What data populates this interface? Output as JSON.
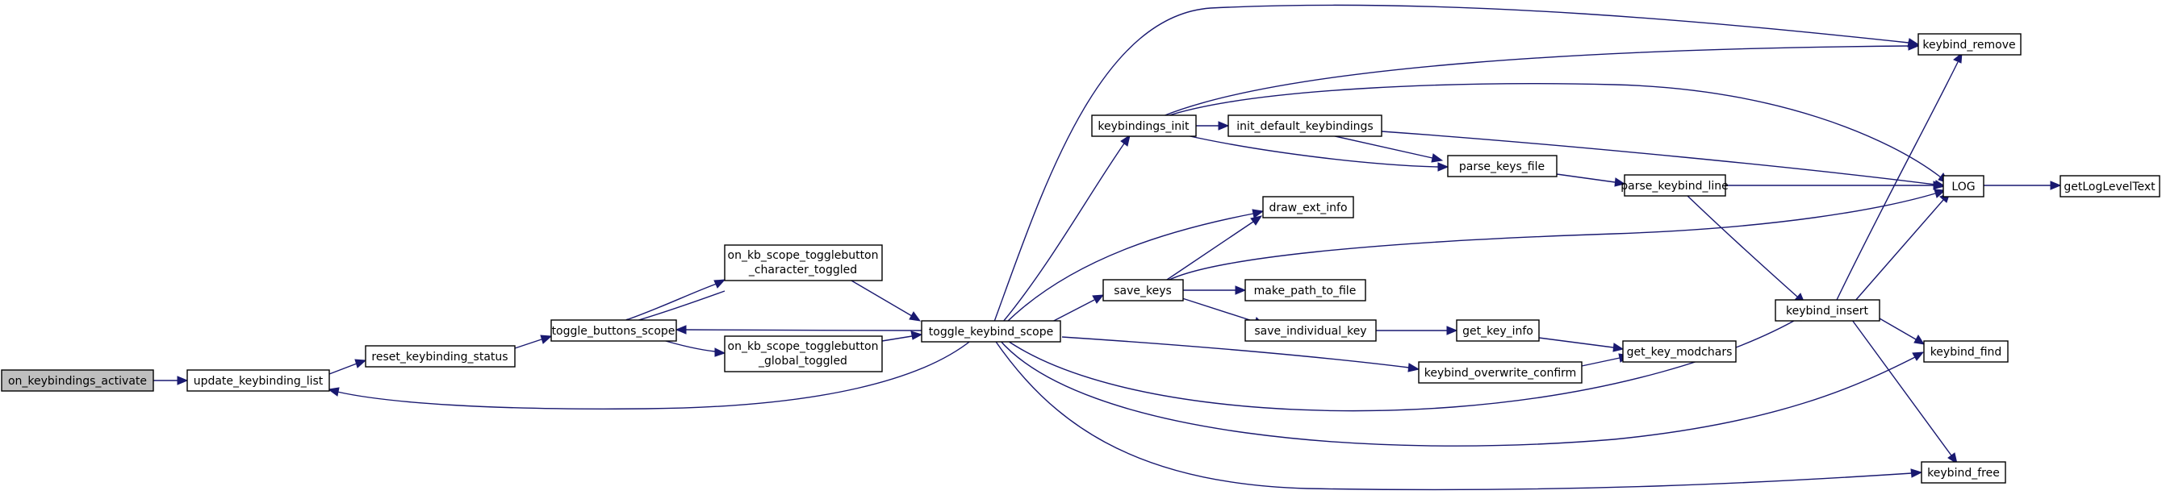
{
  "graph": {
    "root_fill": "#bfbfbf",
    "edge_color": "#191970",
    "nodes": {
      "on_keybindings_activate": "on_keybindings_activate",
      "update_keybinding_list": "update_keybinding_list",
      "reset_keybinding_status": "reset_keybinding_status",
      "toggle_buttons_scope": "toggle_buttons_scope",
      "on_kb_scope_char_line1": "on_kb_scope_togglebutton",
      "on_kb_scope_char_line2": "_character_toggled",
      "on_kb_scope_global_line1": "on_kb_scope_togglebutton",
      "on_kb_scope_global_line2": "_global_toggled",
      "toggle_keybind_scope": "toggle_keybind_scope",
      "keybindings_init": "keybindings_init",
      "init_default_keybindings": "init_default_keybindings",
      "parse_keys_file": "parse_keys_file",
      "parse_keybind_line": "parse_keybind_line",
      "draw_ext_info": "draw_ext_info",
      "save_keys": "save_keys",
      "make_path_to_file": "make_path_to_file",
      "save_individual_key": "save_individual_key",
      "get_key_info": "get_key_info",
      "get_key_modchars": "get_key_modchars",
      "keybind_overwrite_confirm": "keybind_overwrite_confirm",
      "keybind_insert": "keybind_insert",
      "keybind_remove": "keybind_remove",
      "LOG": "LOG",
      "getLogLevelText": "getLogLevelText",
      "keybind_find": "keybind_find",
      "keybind_free": "keybind_free"
    }
  }
}
